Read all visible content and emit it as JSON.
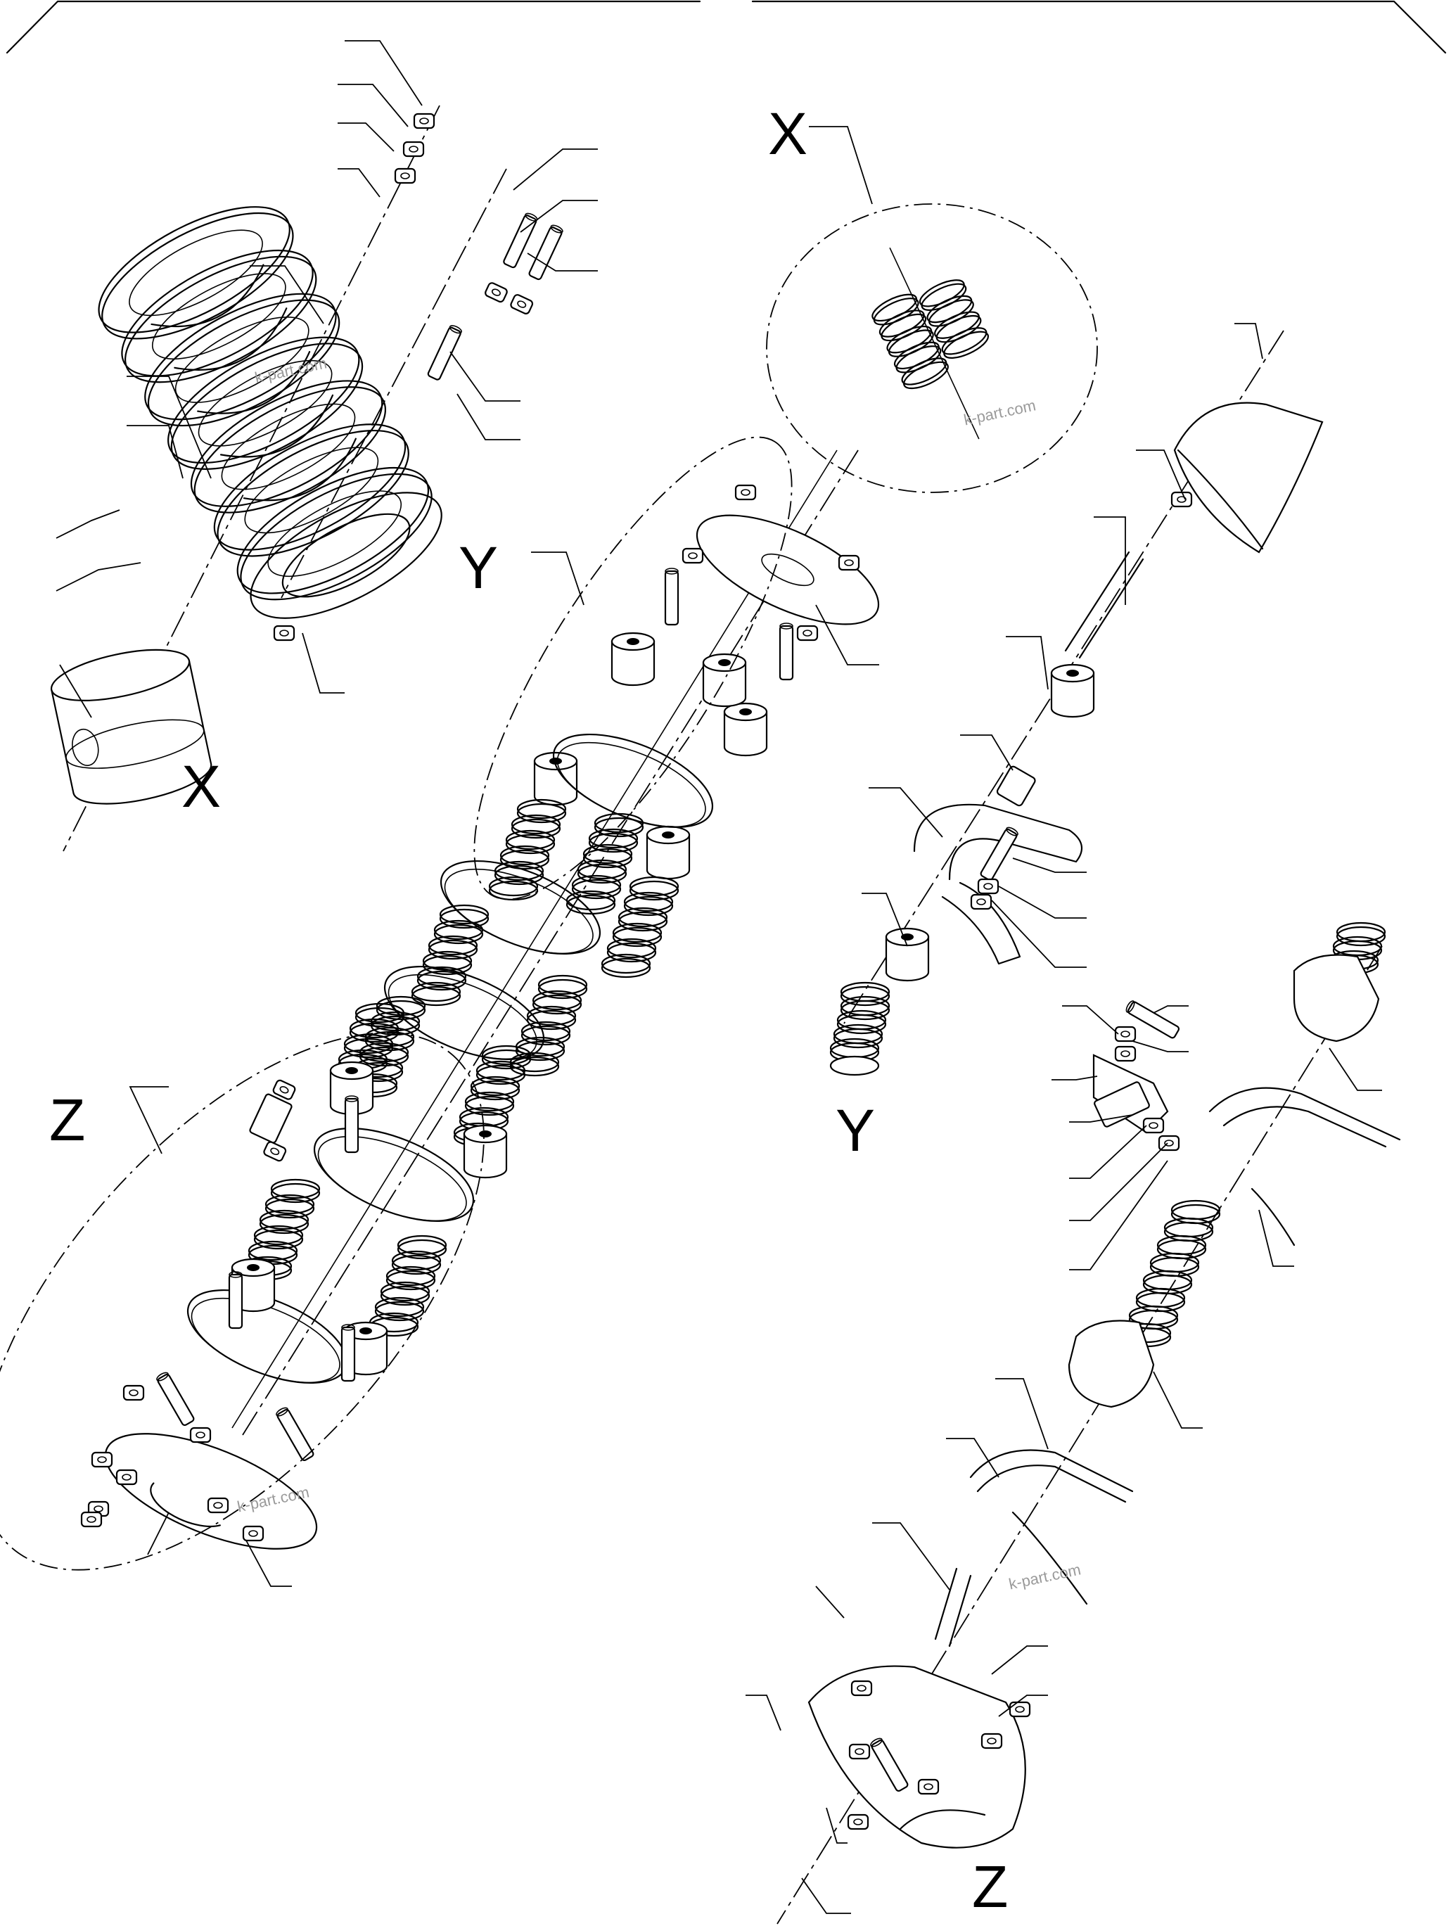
{
  "callouts": {
    "x_top": "X",
    "x_left": "X",
    "y_center": "Y",
    "y_right": "Y",
    "z_left": "Z",
    "z_bottom": "Z"
  },
  "watermark": "k-part.com",
  "icons": {
    "spring": "coil-spring-icon",
    "shaft": "shaft-icon",
    "washer": "washer-icon",
    "bolt": "bolt-icon",
    "plate": "mounting-plate-icon",
    "leader": "leader-line-icon"
  },
  "colors": {
    "ink": "#000000",
    "paper": "#ffffff",
    "watermark": "#9a9a9a"
  }
}
